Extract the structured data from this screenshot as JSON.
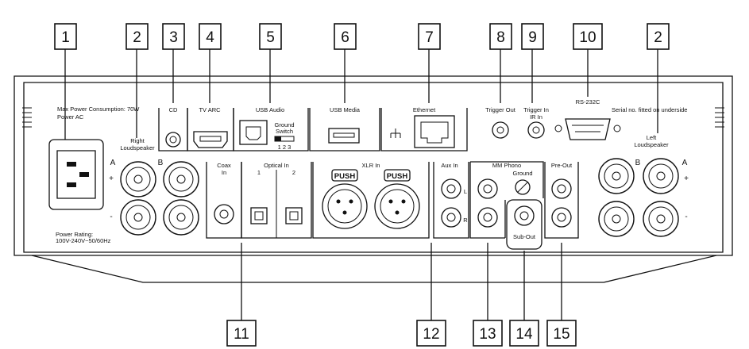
{
  "callouts": {
    "c1": "1",
    "c2a": "2",
    "c3": "3",
    "c4": "4",
    "c5": "5",
    "c6": "6",
    "c7": "7",
    "c8": "8",
    "c9": "9",
    "c10": "10",
    "c2b": "2",
    "c11": "11",
    "c12": "12",
    "c13": "13",
    "c14": "14",
    "c15": "15"
  },
  "panel": {
    "power_consumption": "Max Power Consumption: 70W",
    "power_ac": "Power AC",
    "power_rating_1": "Power Rating:",
    "power_rating_2": "100V-240V~50/60Hz",
    "serial_note": "Serial no. fitted on underside"
  },
  "labels": {
    "cd": "CD",
    "tv_arc": "TV ARC",
    "usb_audio": "USB Audio",
    "ground_switch_1": "Ground",
    "ground_switch_2": "Switch",
    "ground_switch_positions": "1  2  3",
    "usb_media": "USB Media",
    "ethernet": "Ethernet",
    "trigger_out": "Trigger Out",
    "trigger_in": "Trigger In",
    "ir_in": "IR In",
    "rs232c": "RS-232C",
    "right_speaker_1": "Right",
    "right_speaker_2": "Loudspeaker",
    "left_speaker_1": "Left",
    "left_speaker_2": "Loudspeaker",
    "a_left": "A",
    "b_left": "B",
    "b_right": "B",
    "a_right": "A",
    "plus_left": "+",
    "minus_left": "-",
    "plus_right": "+",
    "minus_right": "-",
    "coax_1": "Coax",
    "coax_2": "In",
    "optical_in": "Optical In",
    "optical_1": "1",
    "optical_2": "2",
    "xlr_in": "XLR In",
    "push_1": "PUSH",
    "push_2": "PUSH",
    "aux_in": "Aux In",
    "aux_l": "L",
    "aux_r": "R",
    "mm_phono": "MM Phono",
    "ground": "Ground",
    "sub_out": "Sub-Out",
    "pre_out": "Pre-Out"
  }
}
